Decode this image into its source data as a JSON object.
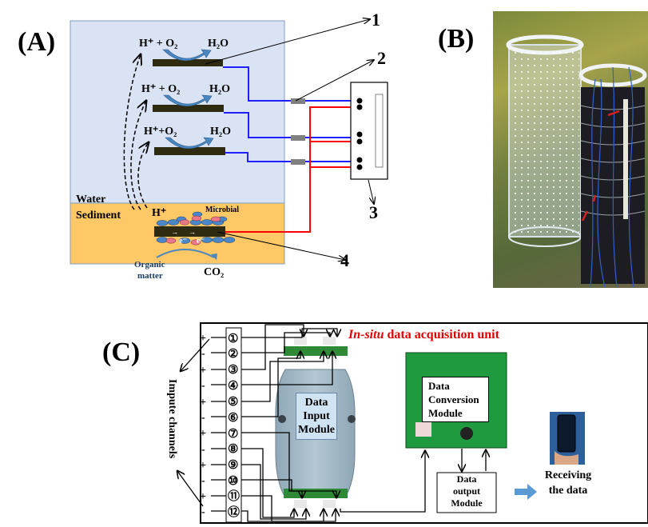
{
  "panels": {
    "a": {
      "label": "(A)",
      "water_label": "Water",
      "sediment_label": "Sediment",
      "reactions": [
        {
          "reactants": "H⁺ + O₂",
          "product": "H₂O"
        },
        {
          "reactants": "H⁺ + O₂",
          "product": "H₂O"
        },
        {
          "reactants": "H⁺+O₂",
          "product": "H₂O"
        }
      ],
      "proton_label": "H⁺",
      "microbial_label": "Microbial",
      "electron_label": "e⁻",
      "organic_label_line1": "Organic",
      "organic_label_line2": "matter",
      "co2_label": "CO₂",
      "callouts": [
        "1",
        "2",
        "3",
        "4"
      ],
      "colors": {
        "water": "#dae3f3",
        "sediment": "#fdc865",
        "electrode": "#2e2b11",
        "cathode_wire": "#1f1fff",
        "anode_wire": "#ff0000",
        "connector": "#808080",
        "arrow_fill": "#4a86c0",
        "microbe_blue": "#4a86c8",
        "microbe_pink": "#e8788a"
      }
    },
    "b": {
      "label": "(B)"
    },
    "c": {
      "label": "(C)",
      "title_italic": "In-situ",
      "title_rest": " data acquisition unit",
      "title_color": "#e00000",
      "channels": [
        "①",
        "②",
        "③",
        "④",
        "⑤",
        "⑥",
        "⑦",
        "⑧",
        "⑨",
        "⑩",
        "⑪",
        "⑫"
      ],
      "polarities": [
        "+",
        "-",
        "+",
        "-",
        "+",
        "-",
        "+",
        "-",
        "+",
        "-",
        "+",
        "-"
      ],
      "channels_caption": "Impute channels",
      "input_module": [
        "Data",
        "Input",
        "Module"
      ],
      "conversion_module": [
        "Data",
        "Conversion",
        "Module"
      ],
      "output_module": [
        "Data",
        "output",
        "Module"
      ],
      "receiving": [
        "Receiving",
        "the data"
      ]
    }
  }
}
